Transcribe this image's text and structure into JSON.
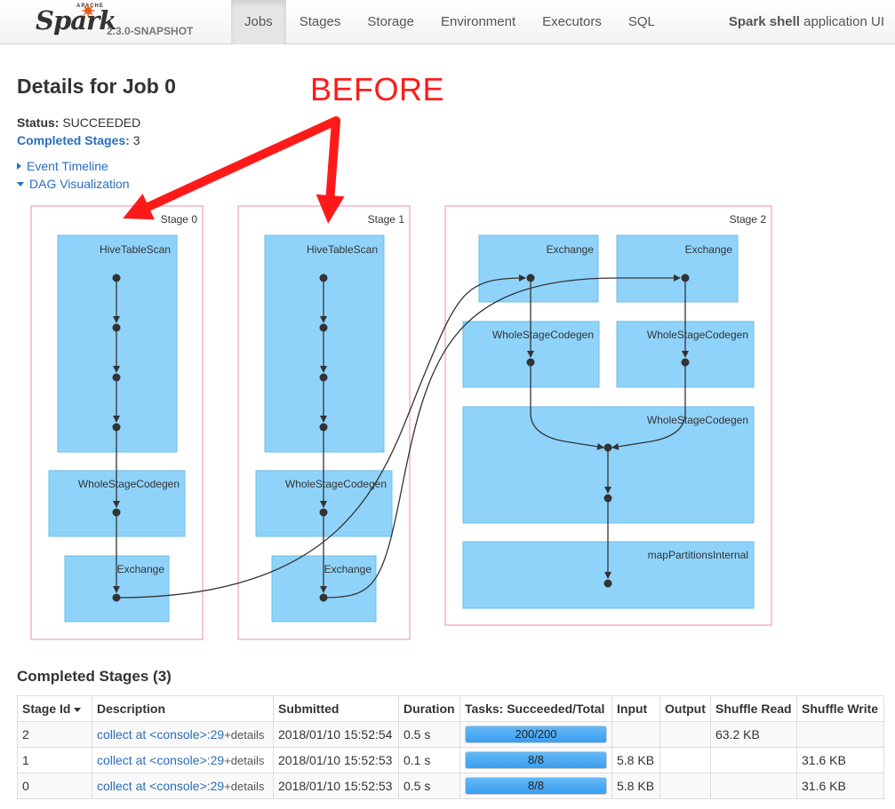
{
  "brand": {
    "apache": "APACHE",
    "name": "Spark",
    "version": "2.3.0-SNAPSHOT"
  },
  "nav": {
    "tabs": [
      "Jobs",
      "Stages",
      "Storage",
      "Environment",
      "Executors",
      "SQL"
    ],
    "active": "Jobs"
  },
  "app": {
    "name_bold": "Spark shell",
    "name_rest": " application UI"
  },
  "page": {
    "title": "Details for Job 0",
    "annotation": "BEFORE"
  },
  "summary": {
    "status_label": "Status:",
    "status_value": "SUCCEEDED",
    "completed_label": "Completed Stages:",
    "completed_value": "3"
  },
  "toggles": {
    "event_timeline": "Event Timeline",
    "dag_visualization": "DAG Visualization"
  },
  "dag": {
    "stages": [
      "Stage 0",
      "Stage 1",
      "Stage 2"
    ],
    "nodes": {
      "hive_scan": "HiveTableScan",
      "codegen": "WholeStageCodegen",
      "exchange": "Exchange",
      "map_partitions": "mapPartitionsInternal"
    }
  },
  "completed_stages": {
    "heading": "Completed Stages (3)",
    "columns": [
      "Stage Id",
      "Description",
      "Submitted",
      "Duration",
      "Tasks: Succeeded/Total",
      "Input",
      "Output",
      "Shuffle Read",
      "Shuffle Write"
    ],
    "rows": [
      {
        "id": "2",
        "desc": "collect at <console>:29",
        "details": "+details",
        "submitted": "2018/01/10 15:52:54",
        "duration": "0.5 s",
        "tasks": "200/200",
        "input": "",
        "output": "",
        "shuffle_read": "63.2 KB",
        "shuffle_write": ""
      },
      {
        "id": "1",
        "desc": "collect at <console>:29",
        "details": "+details",
        "submitted": "2018/01/10 15:52:53",
        "duration": "0.1 s",
        "tasks": "8/8",
        "input": "5.8 KB",
        "output": "",
        "shuffle_read": "",
        "shuffle_write": "31.6 KB"
      },
      {
        "id": "0",
        "desc": "collect at <console>:29",
        "details": "+details",
        "submitted": "2018/01/10 15:52:53",
        "duration": "0.5 s",
        "tasks": "8/8",
        "input": "5.8 KB",
        "output": "",
        "shuffle_read": "",
        "shuffle_write": "31.6 KB"
      }
    ]
  }
}
